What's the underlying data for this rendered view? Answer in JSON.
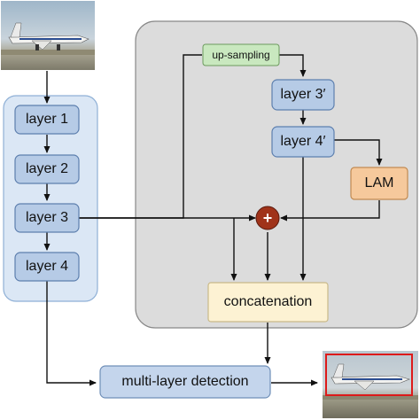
{
  "backbone": {
    "layers": [
      "layer 1",
      "layer 2",
      "layer 3",
      "layer 4"
    ]
  },
  "branch": {
    "upsampling": "up-sampling",
    "layer3p": "layer 3′",
    "layer4p": "layer 4′",
    "lam": "LAM",
    "add_symbol": "+",
    "concat": "concatenation"
  },
  "detection": "multi-layer detection",
  "colors": {
    "backbone_panel": "#dbe7f5",
    "branch_panel": "#dcdcdc",
    "layer_box": "#b6cbe6",
    "upsample_box": "#c9e8bf",
    "lam_box": "#f6c99c",
    "concat_box": "#fdf2d3",
    "detect_box": "#c4d5ec",
    "add_node": "#a0331a",
    "bbox": "#dd1a1a"
  }
}
